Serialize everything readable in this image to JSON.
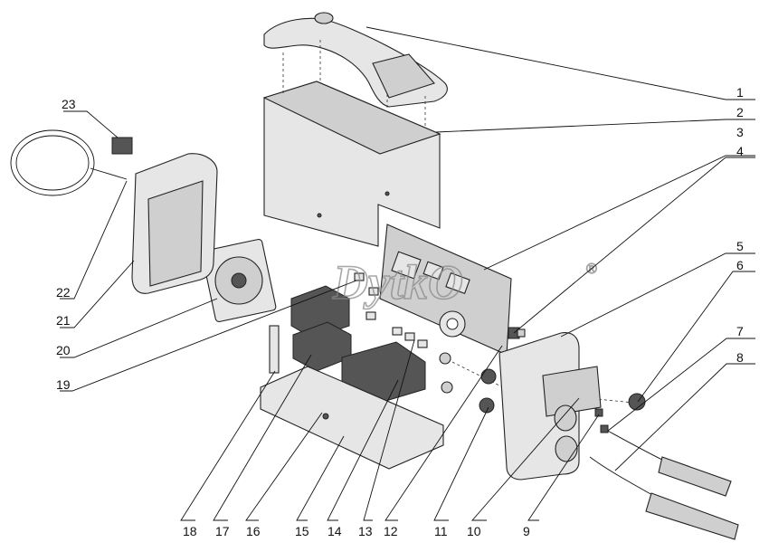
{
  "watermark": {
    "text": "DytkO",
    "mark": "®"
  },
  "callouts": [
    "1",
    "2",
    "3",
    "4",
    "5",
    "6",
    "7",
    "8",
    "9",
    "10",
    "11",
    "12",
    "13",
    "14",
    "15",
    "16",
    "17",
    "18",
    "19",
    "20",
    "21",
    "22",
    "23"
  ]
}
